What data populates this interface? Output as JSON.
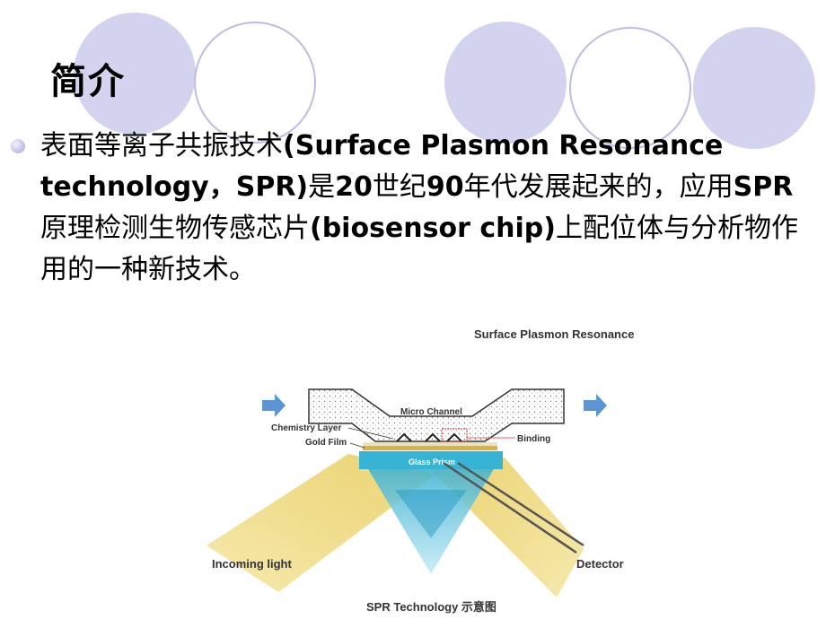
{
  "title": "简介",
  "paragraph": {
    "t1": "表面等离子共振技术",
    "b1": "(Surface Plasmon Resonance technology，SPR)",
    "t2": "是",
    "b2": "20",
    "t3": "世纪",
    "b3": "90",
    "t4": "年代发展起来的，应用",
    "b4": "SPR",
    "t5": "原理检测生物传感芯片",
    "b5": "(biosensor chip)",
    "t6": "上配位体与分析物作用的一种新技术。"
  },
  "diagram": {
    "heading": "Surface Plasmon Resonance",
    "micro_channel": "Micro Channel",
    "chemistry_layer": "Chemistry Layer",
    "gold_film": "Gold Film",
    "binding": "Binding",
    "glass_prism": "Glass Prism",
    "incoming_light": "Incoming light",
    "detector": "Detector",
    "caption": "SPR Technology 示意图"
  },
  "colors": {
    "circle_fill": "#d3d3f0",
    "circle_ring": "#bdbde3",
    "light_beam": "#f1dd8a",
    "prism": "#3fb8d4",
    "arrow": "#5b95d6"
  }
}
